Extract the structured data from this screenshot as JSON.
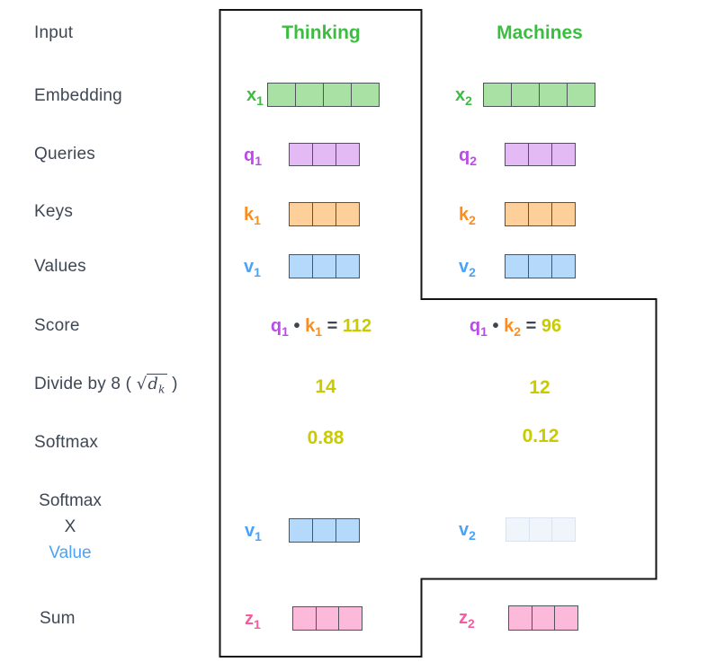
{
  "row_labels": {
    "input": "Input",
    "embedding": "Embedding",
    "queries": "Queries",
    "keys": "Keys",
    "values": "Values",
    "score": "Score",
    "divide_prefix": "Divide by 8 (",
    "divide_sqrt": "√",
    "divide_d": "d",
    "divide_d_sub": "k",
    "divide_suffix": ")",
    "softmax": "Softmax",
    "softmax_x_line1": "Softmax",
    "softmax_x_line2": "X",
    "softmax_x_line3": "Value",
    "sum": "Sum"
  },
  "headers": {
    "thinking": "Thinking",
    "machines": "Machines"
  },
  "vectors": {
    "x1": {
      "letter": "x",
      "sub": "1",
      "cells": 4,
      "color": "green"
    },
    "x2": {
      "letter": "x",
      "sub": "2",
      "cells": 4,
      "color": "green"
    },
    "q1": {
      "letter": "q",
      "sub": "1",
      "cells": 3,
      "color": "purple"
    },
    "q2": {
      "letter": "q",
      "sub": "2",
      "cells": 3,
      "color": "purple"
    },
    "k1": {
      "letter": "k",
      "sub": "1",
      "cells": 3,
      "color": "orange"
    },
    "k2": {
      "letter": "k",
      "sub": "2",
      "cells": 3,
      "color": "orange"
    },
    "v1": {
      "letter": "v",
      "sub": "1",
      "cells": 3,
      "color": "blue"
    },
    "v2": {
      "letter": "v",
      "sub": "2",
      "cells": 3,
      "color": "blue"
    },
    "v1_weighted": {
      "letter": "v",
      "sub": "1",
      "cells": 3,
      "color": "blue"
    },
    "v2_weighted": {
      "letter": "v",
      "sub": "2",
      "cells": 3,
      "color": "blue-faded"
    },
    "z1": {
      "letter": "z",
      "sub": "1",
      "cells": 3,
      "color": "pink"
    },
    "z2": {
      "letter": "z",
      "sub": "2",
      "cells": 3,
      "color": "pink"
    }
  },
  "calculations": {
    "score_thinking": {
      "q_letter": "q",
      "q_sub": "1",
      "dot": "•",
      "k_letter": "k",
      "k_sub": "1",
      "equals": "=",
      "value": "112"
    },
    "score_machines": {
      "q_letter": "q",
      "q_sub": "1",
      "dot": "•",
      "k_letter": "k",
      "k_sub": "2",
      "equals": "=",
      "value": "96"
    },
    "divide_thinking": "14",
    "divide_machines": "12",
    "softmax_thinking": "0.88",
    "softmax_machines": "0.12"
  },
  "colors": {
    "label_text": "#3f4754",
    "green_text": "#3cbd41",
    "green_fill": "#a9e0a3",
    "purple_text": "#bb4be8",
    "purple_fill": "#e3baf3",
    "orange_text": "#fb8d1f",
    "orange_fill": "#fdd09b",
    "blue_text": "#4aa3f8",
    "blue_fill": "#b5d9fa",
    "blue_faded_fill": "#f0f5fc",
    "pink_text": "#fa5aa0",
    "pink_fill": "#fdb9d9",
    "yellow_text": "#c9ca00",
    "cell_border": "#4d545c",
    "outline": "#141414"
  }
}
